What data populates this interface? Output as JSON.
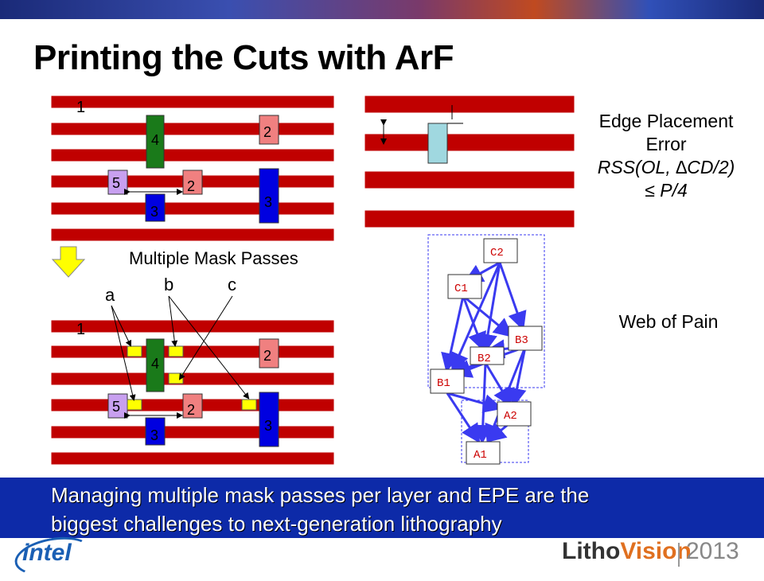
{
  "title": "Printing the Cuts with ArF",
  "colors": {
    "line": "#c00000",
    "cut4": "#1a7a1a",
    "cut2": "#f08080",
    "cut5": "#c8a0f0",
    "cut3": "#0000e0",
    "pass": "#ffff00",
    "epe_cut": "#a0d8e0",
    "node_red": "#cc0000",
    "arrow": "#3a3af0",
    "bar": "#0d2aa8"
  },
  "diagram_top": {
    "labels": {
      "line1": "1",
      "cut4": "4",
      "cut2a": "2",
      "cut5": "5",
      "cut2b": "2",
      "cut3a": "3",
      "cut3b": "3"
    }
  },
  "diagram_bottom": {
    "labels": {
      "line1": "1",
      "cut4": "4",
      "cut2a": "2",
      "cut5": "5",
      "cut2b": "2",
      "cut3a": "3",
      "cut3b": "3"
    }
  },
  "multiple_mask_passes": "Multiple Mask Passes",
  "pass_labels": {
    "a": "a",
    "b": "b",
    "c": "c"
  },
  "epe": {
    "line1": "Edge Placement",
    "line2": "Error",
    "line3": "RSS(OL, ∆CD/2)",
    "line4": "≤ P/4"
  },
  "web": {
    "label": "Web of Pain",
    "nodes": {
      "c2": "C2",
      "c1": "C1",
      "b3": "B3",
      "b2": "B2",
      "b1": "B1",
      "a2": "A2",
      "a1": "A1"
    }
  },
  "bottom": {
    "line1": "Managing multiple mask passes per layer and EPE are the",
    "line2": "biggest challenges to next-generation lithography"
  },
  "footer": {
    "intel": "intel",
    "litho": "Litho",
    "vision": "Vision",
    "year": "2013"
  }
}
